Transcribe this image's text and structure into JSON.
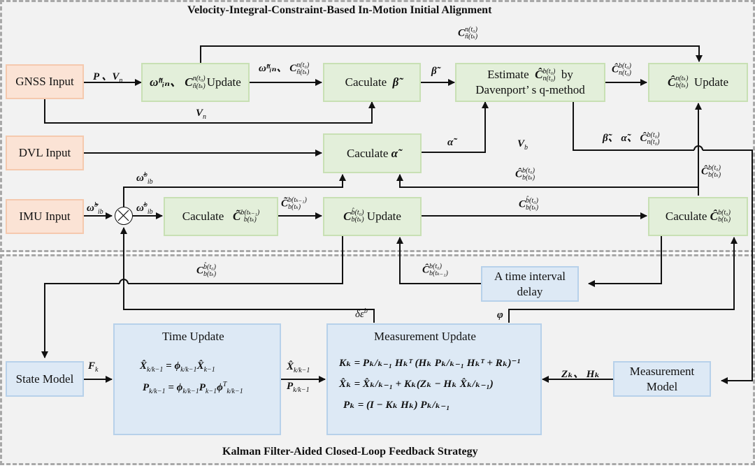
{
  "top_section": {
    "title": "Velocity-Integral-Constraint-Based In-Motion Initial Alignment",
    "inputs": {
      "gnss": "GNSS Input",
      "dvl": "DVL Input",
      "imu": "IMU Input"
    },
    "blocks": {
      "omega_c_update": {
        "prefix": "ω̃ⁿᵢₙ、 C",
        "sup": "n(t₀)",
        "sub": "ñ(tₖ)",
        "suffix": "Update"
      },
      "calc_beta": {
        "text": "Caculate",
        "symbol": "β̃"
      },
      "estimate_davenport": {
        "line1": "Estimate",
        "symbol": "Ĉ",
        "sup": "b(t₀)",
        "sub": "n(t₀)",
        "by": "by",
        "line2": "Davenport’  s q-method"
      },
      "c_n_b_update": {
        "symbol": "Ĉ",
        "sup": "n(tₖ)",
        "sub": "b(tₖ)",
        "suffix": "Update"
      },
      "calc_alpha": {
        "text": "Caculate",
        "symbol": "α̃"
      },
      "calc_c_tilde": {
        "text": "Caculate",
        "symbol": "C̃",
        "sup": "b(tₖ₋₁)",
        "sub": "b(tₖ)"
      },
      "c_b_update": {
        "symbol": "C",
        "sup": "b̂(t₀)",
        "sub": "b(tₖ)",
        "suffix": "Update"
      },
      "calc_c_hat": {
        "text": "Caculate",
        "symbol": "Ĉ",
        "sup": "b(t₀)",
        "sub": "b(tₖ)"
      }
    },
    "edge_labels": {
      "p_vn": "P 、V",
      "p_vn_sub": "n",
      "vn": "V",
      "vn_sub": "n",
      "vb": "V",
      "vb_sub": "b",
      "omega_c_out": "ω̃ⁿᵢₙ、 C",
      "omega_c_out_sup": "n(t₀)",
      "omega_c_out_sub": "ñ(tₖ)",
      "c_top": "C",
      "c_top_sup": "n(t₀)",
      "c_top_sub": "ñ(tₖ)",
      "beta": "β̃",
      "c_hat_n0": "Ĉ",
      "c_hat_n0_sup": "b(t₀)",
      "c_hat_n0_sub": "n(t₀)",
      "alpha": "α̃",
      "beta_alpha_c": "β̃、 α̃、 Ĉ",
      "beta_alpha_c_sup": "b(t₀)",
      "beta_alpha_c_sub": "n(t₀)",
      "c_hat_bk_vert": "Ĉ",
      "c_hat_bk_vert_sup": "b(t₀)",
      "c_hat_bk_vert_sub": "b(tₖ)",
      "c_hat_bk_back": "Ĉ",
      "c_hat_bk_back_sup": "b(t₀)",
      "c_hat_bk_back_sub": "b(tₖ)",
      "omega_hat_top": "ω̂",
      "omega_hat_top_sup": "b",
      "omega_hat_top_sub": "ib",
      "omega_tilde_in": "ω̃",
      "omega_tilde_in_sup": "b",
      "omega_tilde_in_sub": "ib",
      "omega_hat_out": "ω̂",
      "omega_hat_out_sup": "b",
      "omega_hat_out_sub": "ib",
      "c_tilde_out": "C̃",
      "c_tilde_out_sup": "b(tₖ₋₁)",
      "c_tilde_out_sub": "b(tₖ)",
      "c_b_out": "C",
      "c_b_out_sup": "b̂(t₀)",
      "c_b_out_sub": "b(tₖ)"
    }
  },
  "bottom_section": {
    "title": "Kalman Filter-Aided Closed-Loop Feedback Strategy",
    "blocks": {
      "state_model": "State Model",
      "time_update": {
        "title": "Time Update",
        "eq1": {
          "lhs": "X̂",
          "lhs_sub": "k/k−1",
          "rhs": "= ϕ",
          "rhs_sub1": "k/k−1",
          "rhs2": "X̂",
          "rhs_sub2": "k−1"
        },
        "eq2": {
          "lhs": "P",
          "lhs_sub": "k/k−1",
          "rhs": "= ϕ",
          "rhs_sub1": "k/k−1",
          "rhs2": "P",
          "rhs_sub2": "k−1",
          "rhs3": "ϕ",
          "rhs3_sup": "T",
          "rhs3_sub": "k/k−1"
        }
      },
      "measurement_update": {
        "title": "Measurement Update",
        "eq1": "Kₖ = Pₖ/ₖ₋₁ Hₖᵀ (Hₖ Pₖ/ₖ₋₁ Hₖᵀ + Rₖ)⁻¹",
        "eq2": "X̂ₖ = X̂ₖ/ₖ₋₁ + Kₖ(Zₖ − Hₖ X̂ₖ/ₖ₋₁)",
        "eq3": "Pₖ = (I − Kₖ Hₖ) Pₖ/ₖ₋₁"
      },
      "measurement_model": {
        "line1": "Measurement",
        "line2": "Model"
      },
      "time_delay": {
        "line1": "A time interval",
        "line2": "delay"
      }
    },
    "edge_labels": {
      "fk": "F",
      "fk_sub": "k",
      "x_hat": "X̂",
      "x_hat_sub": "k/k−1",
      "p": "P",
      "p_sub": "k/k−1",
      "zk_hk": "Zₖ、 Hₖ",
      "delta_eps": "δε",
      "delta_eps_sup": "b",
      "phi": "φ",
      "c_b_feedback": "C",
      "c_b_feedback_sup": "b̂(t₀)",
      "c_b_feedback_sub": "b(tₖ)",
      "c_hat_prev": "Ĉ",
      "c_hat_prev_sup": "b(t₀)",
      "c_hat_prev_sub": "b(tₖ₋₁)"
    }
  },
  "colors": {
    "input_fill": "#fbe3d5",
    "process_fill": "#e3efda",
    "kalman_fill": "#dde9f5",
    "panel_bg": "#f2f2f2",
    "dash": "#a8a8a8"
  }
}
